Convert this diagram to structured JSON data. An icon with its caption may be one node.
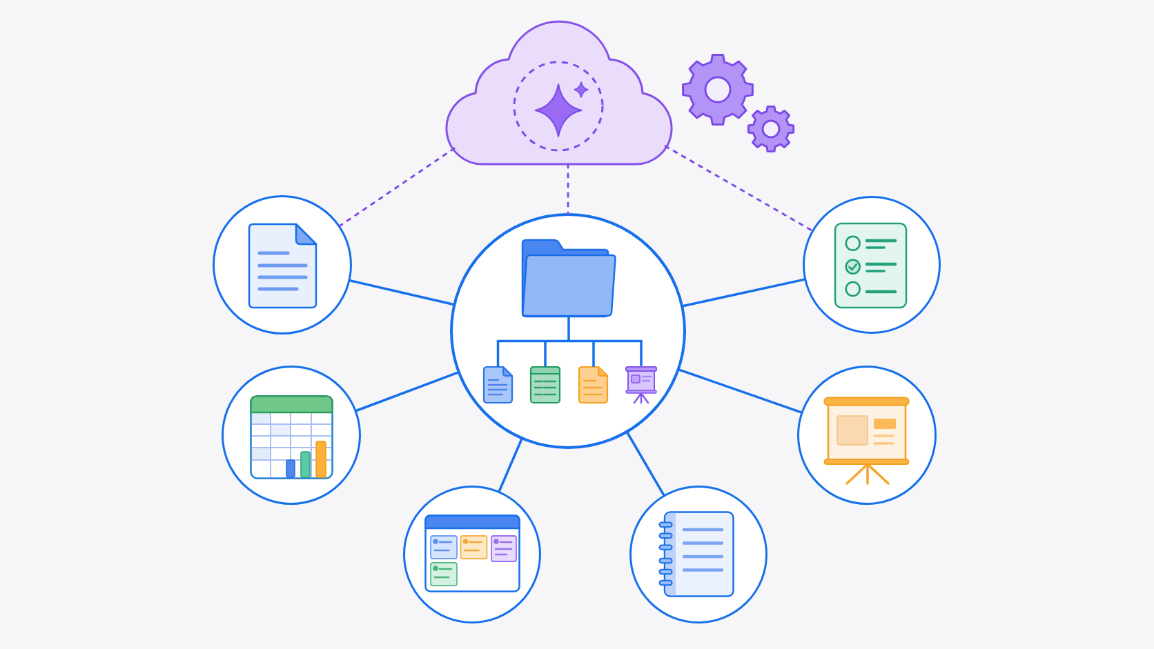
{
  "diagram": {
    "nodes": [
      {
        "text": [],
        "shape": "cloud"
      },
      {
        "text": [],
        "shape": "circle"
      },
      {
        "text": [],
        "shape": "picture",
        "in": 1
      },
      {
        "text": [],
        "shape": "picture",
        "in": 1
      },
      {
        "text": [],
        "shape": "picture",
        "in": 1
      },
      {
        "text": [],
        "shape": "picture",
        "in": 1
      },
      {
        "text": [],
        "shape": "picture",
        "in": 1
      },
      {
        "text": [],
        "shape": "circle"
      },
      {
        "text": [],
        "shape": "circle"
      },
      {
        "text": [],
        "shape": "circle"
      },
      {
        "text": [],
        "shape": "circle"
      },
      {
        "text": [],
        "shape": "circle"
      },
      {
        "text": [],
        "shape": "circle"
      }
    ],
    "edges": [
      {
        "from": 0,
        "to": 1,
        "arrow": "none",
        "style": "dashed",
        "color": "#7c4dea"
      },
      {
        "from": 0,
        "to": 7,
        "arrow": "none",
        "style": "dashed",
        "color": "#7c4dea"
      },
      {
        "from": 0,
        "to": 12,
        "arrow": "none",
        "style": "dashed",
        "color": "#7c4dea"
      },
      {
        "from": 1,
        "to": 7,
        "arrow": "none"
      },
      {
        "from": 1,
        "to": 8,
        "arrow": "none"
      },
      {
        "from": 1,
        "to": 9,
        "arrow": "none"
      },
      {
        "from": 1,
        "to": 10,
        "arrow": "none"
      },
      {
        "from": 1,
        "to": 11,
        "arrow": "none"
      },
      {
        "from": 1,
        "to": 12,
        "arrow": "none"
      },
      {
        "from": 2,
        "to": 3,
        "arrow": "none"
      },
      {
        "from": 2,
        "to": 4,
        "arrow": "none"
      },
      {
        "from": 2,
        "to": 5,
        "arrow": "none"
      },
      {
        "from": 2,
        "to": 6,
        "arrow": "none"
      }
    ]
  }
}
